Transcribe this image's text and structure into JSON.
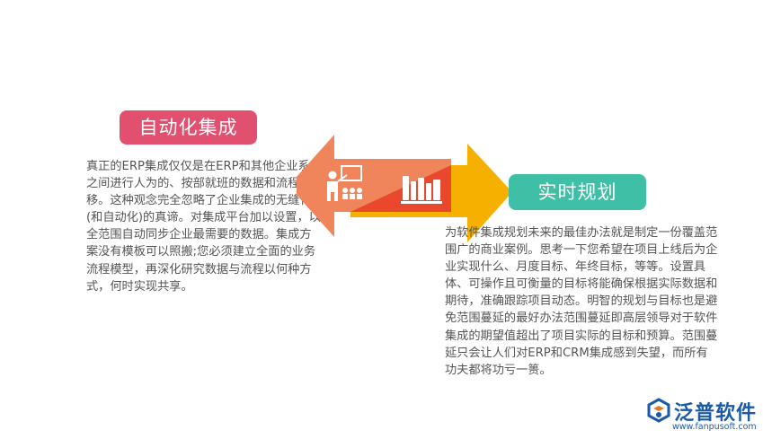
{
  "left": {
    "title": "自动化集成",
    "color": "#e2506f",
    "text": "真正的ERP集成仅仅是在ERP和其他企业系统之间进行人为的、按部就班的数据和流程转移。这种观念完全忽略了企业集成的无缝化(和自动化)的真谛。对集成平台加以设置，以全范围自动同步企业最需要的数据。集成方案没有模板可以照搬;您必须建立全面的业务流程模型，再深化研究数据与流程以何种方式，何时实现共享。"
  },
  "right": {
    "title": "实时规划",
    "color": "#3fbfa6",
    "text": "为软件集成规划未来的最佳办法就是制定一份覆盖范围广的商业案例。思考一下您希望在项目上线后为企业实现什么、月度目标、年终目标，等等。设置具体、可操作且可衡量的目标将能确保根据实际数据和期待，准确跟踪项目动态。明智的规划与目标也是避免范围蔓延的最好办法范围蔓延即高层领导对于软件集成的期望值超出了项目实际的目标和预算。范围蔓延只会让人们对ERP和CRM集成感到失望，而所有功夫都将功亏一篑。"
  },
  "arrows": {
    "left_color": "#f0845a",
    "right_color": "#f5b000",
    "icons": [
      "teacher-presentation-icon",
      "bookshelf-icon"
    ]
  },
  "logo": {
    "name": "泛普软件",
    "url": "www.fanpusoft.com",
    "color": "#1a5aa8"
  }
}
